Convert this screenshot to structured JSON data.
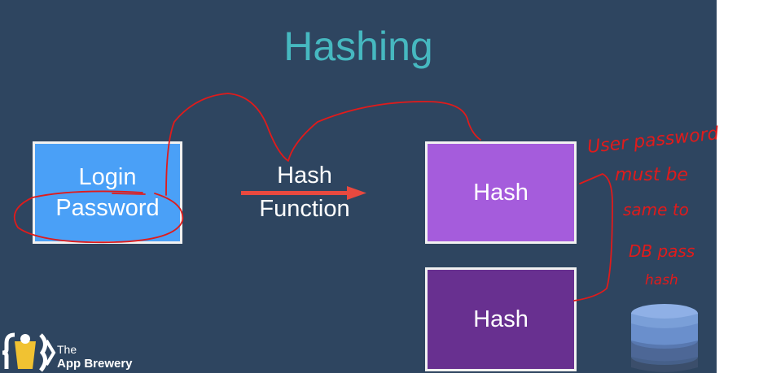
{
  "slide": {
    "title": "Hashing",
    "login_box": {
      "line1": "Login",
      "line2": "Password"
    },
    "hash_function": {
      "line1": "Hash",
      "line2": "Function"
    },
    "hash_box_1": "Hash",
    "hash_box_2": "Hash",
    "logo": {
      "line1": "The",
      "line2": "App Brewery"
    }
  },
  "handwriting": {
    "lines": [
      "User password",
      "must be",
      "same to",
      "DB pass",
      "hash"
    ]
  },
  "colors": {
    "background": "#2e4560",
    "title": "#46b8c0",
    "login_box": "#4aa0f7",
    "hash_box_1": "#a55cdc",
    "hash_box_2": "#683090",
    "arrow": "#e8493f",
    "ink": "#e01b1b",
    "database": "#6a8fcc"
  }
}
